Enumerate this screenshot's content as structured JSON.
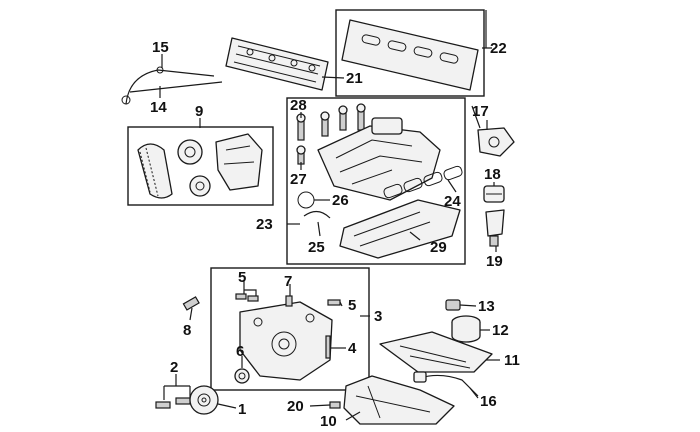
{
  "callouts": {
    "c1": "1",
    "c2": "2",
    "c3": "3",
    "c4": "4",
    "c5a": "5",
    "c5b": "5",
    "c6": "6",
    "c7": "7",
    "c8": "8",
    "c9": "9",
    "c10": "10",
    "c11": "11",
    "c12": "12",
    "c13": "13",
    "c14": "14",
    "c15": "15",
    "c16": "16",
    "c17": "17",
    "c18": "18",
    "c19": "19",
    "c20": "20",
    "c21": "21",
    "c22": "22",
    "c23": "23",
    "c24": "24",
    "c25": "25",
    "c26": "26",
    "c27": "27",
    "c28": "28",
    "c29": "29"
  },
  "colors": {
    "line": "#1a1a1a",
    "fill": "#f2f2f2",
    "background": "#ffffff"
  }
}
